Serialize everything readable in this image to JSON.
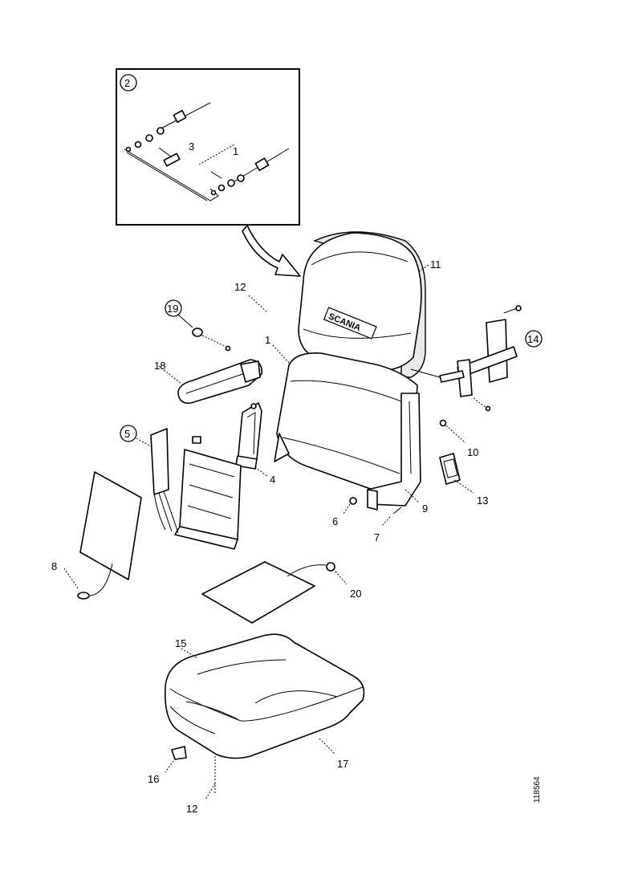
{
  "callouts": {
    "c1": "1",
    "c2": "2",
    "c3": "3",
    "c4": "4",
    "c5": "5",
    "c6": "6",
    "c7": "7",
    "c8": "8",
    "c9": "9",
    "c10": "10",
    "c11": "11",
    "c12a": "12",
    "c12b": "12",
    "c13": "13",
    "c14": "14",
    "c15": "15",
    "c16": "16",
    "c17": "17",
    "c18": "18",
    "c19": "19",
    "c20": "20",
    "inset1": "1",
    "inset3": "3"
  },
  "logo_text": "SCANIA",
  "reference": "118564"
}
